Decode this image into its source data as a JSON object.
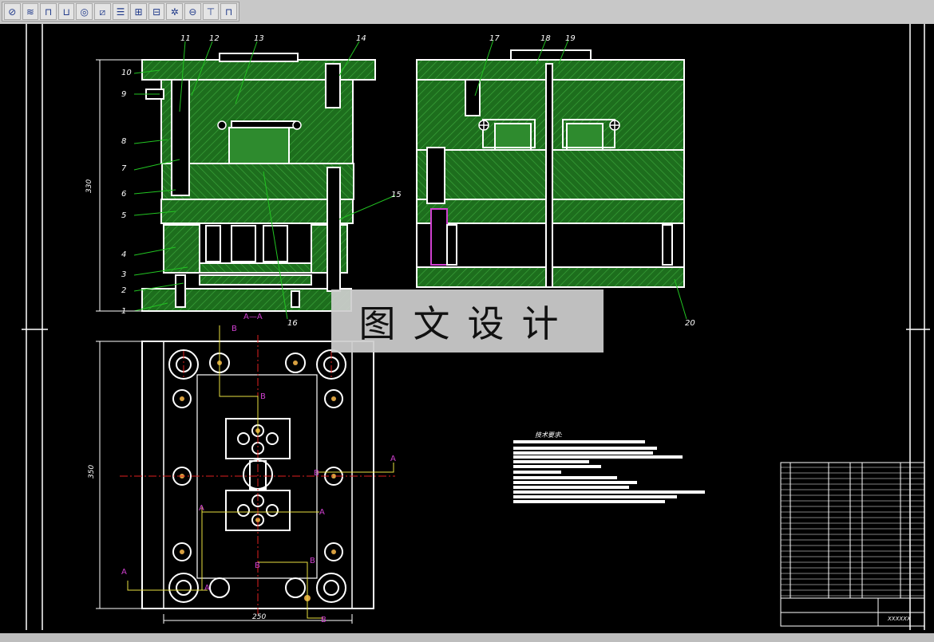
{
  "toolbar": {
    "icons": [
      "circle-slash-icon",
      "spring-icon",
      "punch-icon",
      "die-insert-icon",
      "locating-ring-icon",
      "angled-lines-icon",
      "guide-bar-icon",
      "ejector-pin-icon",
      "clamp-icon",
      "gear-icon",
      "screw-icon",
      "taper-pin-icon",
      "bushing-icon"
    ],
    "glyphs": [
      "⊘",
      "≋",
      "⊓",
      "⊔",
      "◎",
      "⧄",
      "☰",
      "⊞",
      "⊟",
      "✲",
      "⊖",
      "⊤",
      "⊓"
    ]
  },
  "drawing": {
    "part_numbers_left": [
      "1",
      "2",
      "3",
      "4",
      "5",
      "6",
      "7",
      "8",
      "9",
      "10",
      "11",
      "12",
      "13",
      "14",
      "15",
      "16"
    ],
    "part_numbers_right": [
      "17",
      "18",
      "19",
      "20"
    ],
    "dim_height_top": "330",
    "dim_height_bottom": "350",
    "dim_width_bottom": "250",
    "section_title": "A—A",
    "section_letters": {
      "a": "A",
      "b": "B"
    },
    "tech_title": "技术要求:",
    "title_block_code": "XXXXXX"
  },
  "watermark": {
    "text": "图文设计"
  },
  "colors": {
    "line": "#ffffff",
    "hatch": "#1f7a1f",
    "green": "#2e8b2e",
    "leader": "#22c422",
    "magenta": "#d040d0",
    "yellow": "#e8e040",
    "red": "#e02020",
    "background": "#000000"
  }
}
